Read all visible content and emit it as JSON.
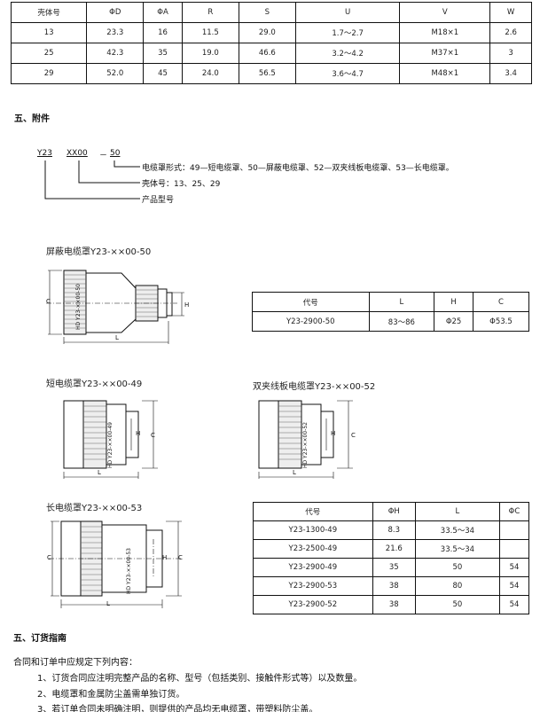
{
  "shell_table": {
    "headers": [
      "壳体号",
      "ΦD",
      "ΦA",
      "R",
      "S",
      "U",
      "V",
      "W"
    ],
    "rows": [
      [
        "13",
        "23.3",
        "16",
        "11.5",
        "29.0",
        "1.7～2.7",
        "M18×1",
        "2.6"
      ],
      [
        "25",
        "42.3",
        "35",
        "19.0",
        "46.6",
        "3.2～4.2",
        "M37×1",
        "3"
      ],
      [
        "29",
        "52.0",
        "45",
        "24.0",
        "56.5",
        "3.6～4.7",
        "M48×1",
        "3.4"
      ]
    ]
  },
  "accessories": {
    "heading": "五、附件",
    "code": {
      "p1": "Y23",
      "p2": "XX00",
      "dash": "－",
      "p3": "50",
      "legend": [
        "电缆罩形式：49—短电缆罩、50—屏蔽电缆罩、52—双夹线板电缆罩、53—长电缆罩。",
        "壳体号：13、25、29",
        "产品型号"
      ]
    }
  },
  "drawings": {
    "shielded": {
      "caption": "屏蔽电缆罩Y23-××00-50",
      "labels": {
        "c": "C",
        "h": "H",
        "l": "L",
        "body": "HD Y23-××00-50"
      }
    },
    "short": {
      "caption": "短电缆罩Y23-××00-49",
      "labels": {
        "c": "C",
        "h": "H",
        "l": "L",
        "body": "HD Y23-××00-49"
      }
    },
    "double": {
      "caption": "双夹线板电缆罩Y23-××00-52",
      "labels": {
        "c": "C",
        "h": "H",
        "l": "L",
        "body": "HD Y23-××00-52"
      }
    },
    "long": {
      "caption": "长电缆罩Y23-××00-53",
      "labels": {
        "c": "C",
        "h": "H",
        "l": "L",
        "body": "HD Y23-××00-53"
      }
    }
  },
  "shielded_table": {
    "headers": [
      "代号",
      "L",
      "H",
      "C"
    ],
    "rows": [
      [
        "Y23-2900-50",
        "83～86",
        "Φ25",
        "Φ53.5"
      ]
    ]
  },
  "cover_table": {
    "headers": [
      "代号",
      "ΦH",
      "L",
      "ΦC"
    ],
    "rows": [
      [
        "Y23-1300-49",
        "8.3",
        "33.5～34",
        ""
      ],
      [
        "Y23-2500-49",
        "21.6",
        "33.5～34",
        ""
      ],
      [
        "Y23-2900-49",
        "35",
        "50",
        "54"
      ],
      [
        "Y23-2900-53",
        "38",
        "80",
        "54"
      ],
      [
        "Y23-2900-52",
        "38",
        "50",
        "54"
      ]
    ]
  },
  "ordering": {
    "heading": "五、订货指南",
    "intro": "合同和订单中应规定下列内容：",
    "items": [
      "1、订货合同应注明完整产品的名称、型号（包括类别、接触件形式等）以及数量。",
      "2、电缆罩和金属防尘盖需单独订货。",
      "3、若订单合同未明确注明，则提供的产品均无电缆罩，带塑料防尘盖。"
    ]
  }
}
